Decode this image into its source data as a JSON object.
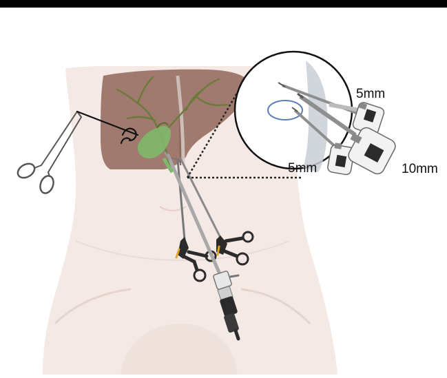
{
  "labels": {
    "port_top": "5mm",
    "port_bottom_left": "5mm",
    "port_large": "10mm"
  },
  "colors": {
    "top_rule": "#000000",
    "body_skin": "#f4e9e4",
    "body_shadow": "#ead9d2",
    "liver": "#a07a6e",
    "liver_dark": "#8a6458",
    "bile_duct": "#6b7a3a",
    "gallbladder": "#7fb86a",
    "instrument_metal": "#9a9a9a",
    "instrument_dark": "#2b2b2b",
    "trocar_white": "#f2f2f2",
    "abdominal_wall_section": "#c9ced6",
    "lens_oval": "#5b7fb8"
  },
  "icons": {
    "grasping_clamp": "clamp-forceps-icon",
    "laparoscopic_graspers": "laparoscopic-grasper-icon",
    "camera_scope": "laparoscope-icon",
    "trocar_ports": "trocar-port-icon"
  }
}
